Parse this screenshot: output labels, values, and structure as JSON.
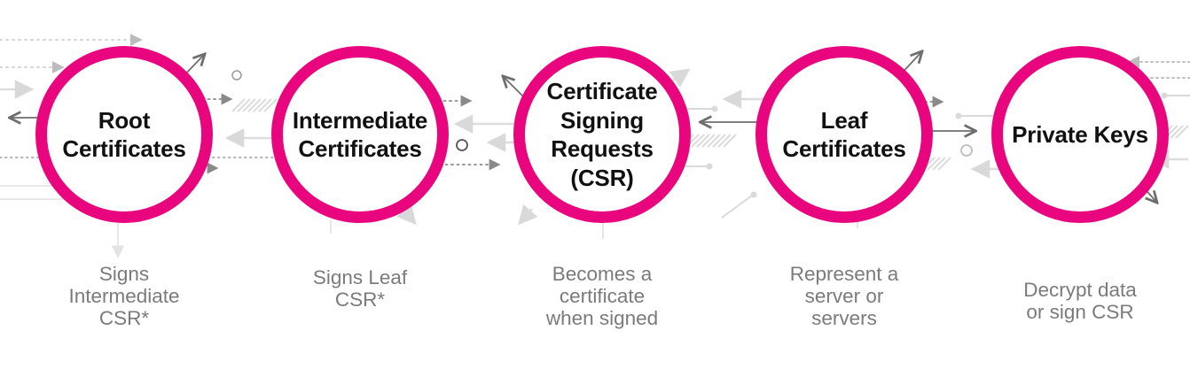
{
  "diagram": {
    "title": "Certificate chain concepts",
    "type": "concept-diagram"
  },
  "colors": {
    "accent_pink": "#E8057D",
    "label_black": "#111111",
    "caption_gray": "#7b7b7b",
    "decor_light": "#dcdcdc",
    "decor_mid": "#b5b5b5",
    "decor_dark": "#6e6e6e",
    "background": "#ffffff"
  },
  "nodes": [
    {
      "id": "root-certificates",
      "label": "Root\nCertificates",
      "caption": "Signs\nIntermediate\nCSR*"
    },
    {
      "id": "intermediate-certificates",
      "label": "Intermediate\nCertificates",
      "caption": "Signs Leaf\nCSR*"
    },
    {
      "id": "certificate-signing-requests",
      "label": "Certificate\nSigning\nRequests\n(CSR)",
      "caption": "Becomes a\ncertificate\nwhen signed"
    },
    {
      "id": "leaf-certificates",
      "label": "Leaf\nCertificates",
      "caption": "Represent a\nserver or\nservers"
    },
    {
      "id": "private-keys",
      "label": "Private Keys",
      "caption": "Decrypt data\nor sign CSR"
    }
  ]
}
